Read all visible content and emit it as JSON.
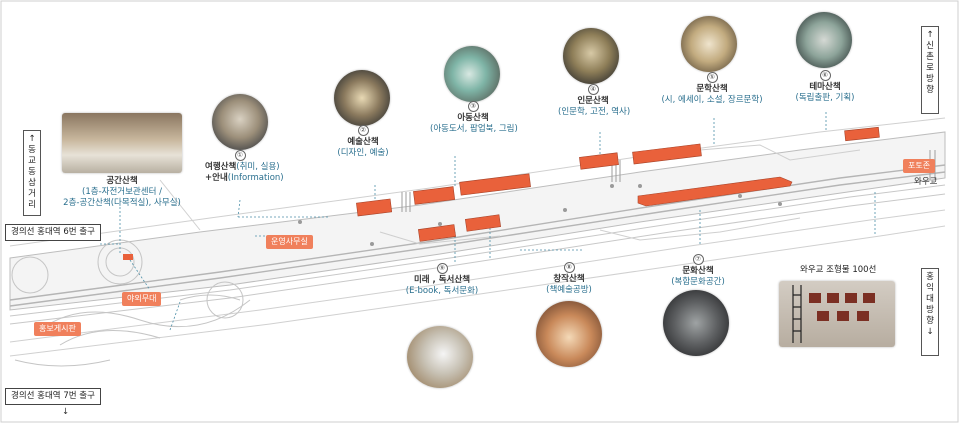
{
  "map": {
    "stops": [
      {
        "num": "①",
        "title": "여행산책",
        "sub": "(취미, 실용)",
        "title2": "+안내",
        "sub2": "(Information)"
      },
      {
        "num": "②",
        "title": "예술산책",
        "sub": "(디자인, 예술)"
      },
      {
        "num": "③",
        "title": "아동산책",
        "sub": "(아동도서, 팝업북, 그림)"
      },
      {
        "num": "④",
        "title": "인문산책",
        "sub": "(인문학, 고전, 역사)"
      },
      {
        "num": "⑤",
        "title": "문학산책",
        "sub": "(시, 에세이, 소설, 장르문학)"
      },
      {
        "num": "⑥",
        "title": "테마산책",
        "sub": "(독립출판, 기획)"
      },
      {
        "num": "⑦",
        "title": "문화산책",
        "sub": "(복합문화공간)"
      },
      {
        "num": "⑧",
        "title": "창작산책",
        "sub": "(책예술공방)"
      },
      {
        "num": "⑨",
        "title": "미래 , 독서산책",
        "sub": "(E-book, 독서문화)"
      }
    ],
    "space_walk": {
      "title": "공간산책",
      "sub1": "(1층-자전거보관센터 /",
      "sub2": "2층-공간산책(다목적실), 사무실)"
    },
    "exit6": "경의선 홍대역 6번 출구",
    "exit7": "경의선 홍대역 7번 출구",
    "exit7_arrow": "↓",
    "dongkyo": "↑ 동교동 삼거리",
    "sinchon": "↑ 신촌로 방향",
    "hongik": "홍익대 방향 ↓",
    "office": "운영사무실",
    "stage": "야외무대",
    "promo": "홍보게시판",
    "photozone": "포토존",
    "wawoo": "와우교",
    "sculpture": "와우교 조형물 100선",
    "colors": {
      "accent": "#e9613b",
      "tag": "#f0805c",
      "road": "#d9d9d9",
      "track": "#b0b0b0",
      "sub": "#2a6f8e"
    }
  }
}
